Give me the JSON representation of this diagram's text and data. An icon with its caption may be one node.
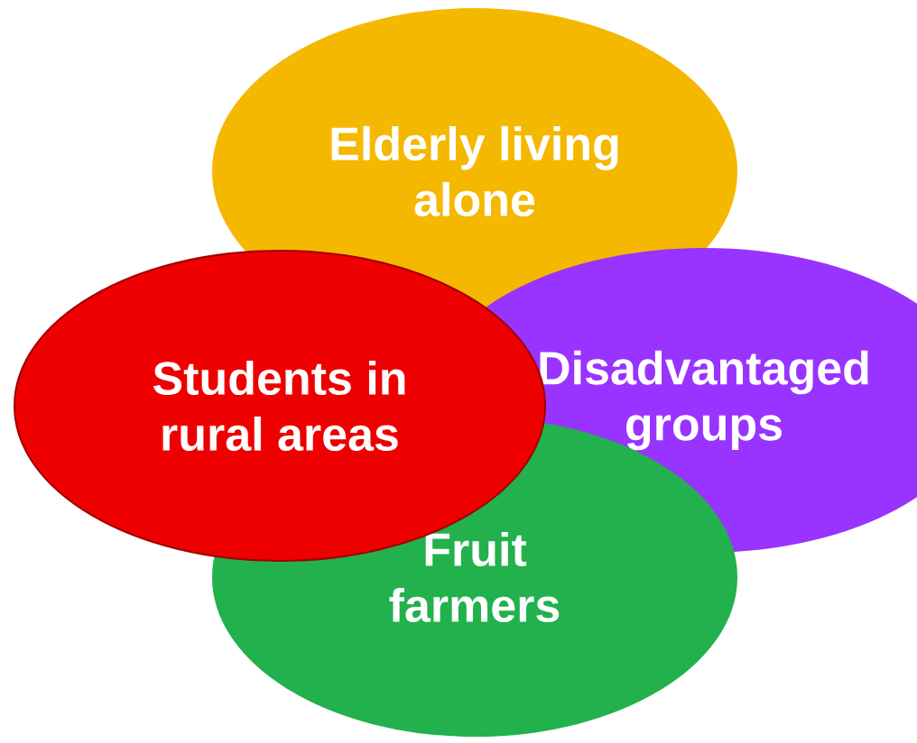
{
  "diagram": {
    "nodes": [
      {
        "text": [
          "Elderly living alone"
        ]
      },
      {
        "text": [
          "Students in rural areas"
        ]
      },
      {
        "text": [
          "Disadvantaged groups"
        ]
      },
      {
        "text": [
          "Fruit farmers"
        ]
      }
    ]
  }
}
